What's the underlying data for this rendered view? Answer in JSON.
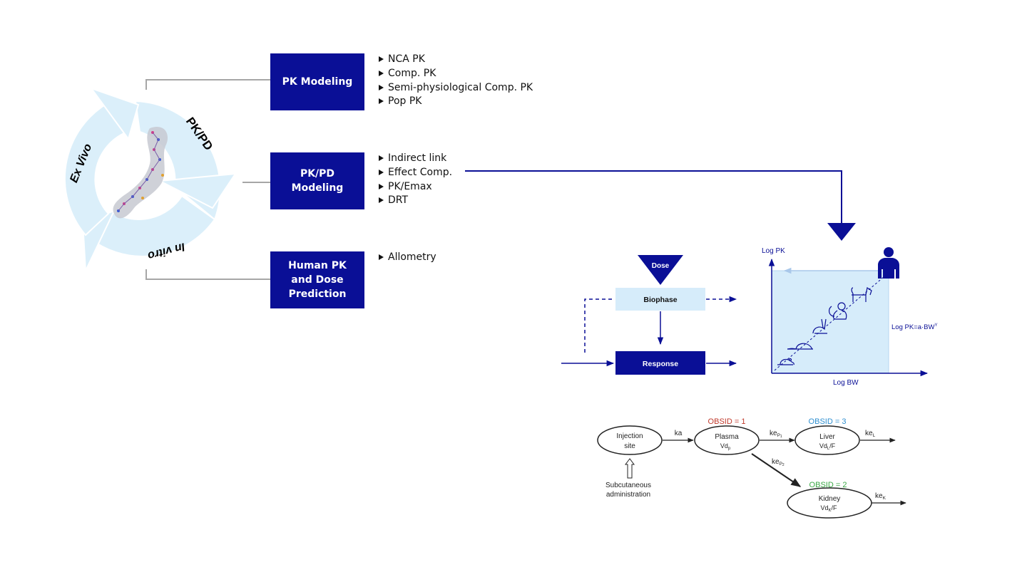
{
  "cycle": {
    "labels": {
      "ex_vivo": "Ex Vivo",
      "pk_pd": "PK/PD",
      "in_vitro": "In vitro"
    },
    "colors": {
      "ring": "#dbeffa",
      "text": "#000000"
    }
  },
  "boxes": [
    {
      "label": "PK Modeling",
      "items": [
        "NCA PK",
        "Comp. PK",
        "Semi-physiological Comp. PK",
        "Pop PK"
      ]
    },
    {
      "label": "PK/PD\nModeling",
      "items": [
        "Indirect link",
        "Effect Comp.",
        "PK/Emax",
        "DRT"
      ]
    },
    {
      "label": "Human PK\nand Dose\nPrediction",
      "items": [
        "Allometry"
      ]
    }
  ],
  "biophase_diagram": {
    "dose": "Dose",
    "biophase": "Biophase",
    "response": "Response"
  },
  "allometry_plot": {
    "y_label": "Log PK",
    "x_label": "Log BW",
    "equation": "Log PK=a·BW",
    "equation_exponent": "Y",
    "species_icons": [
      "mouse-icon",
      "rat-icon",
      "rabbit-icon",
      "monkey-icon",
      "dog-icon",
      "human-icon"
    ]
  },
  "compartment_model": {
    "injection_site": [
      "Injection",
      "site"
    ],
    "administration": [
      "Subcutaneous",
      "administration"
    ],
    "plasma": {
      "obsid": "OBSID = 1",
      "name": "Plasma",
      "vol": "Vd",
      "vol_sub": "p"
    },
    "liver": {
      "obsid": "OBSID = 3",
      "name": "Liver",
      "vol": "Vd",
      "vol_sub": "L",
      "vol_tail": "/F"
    },
    "kidney": {
      "obsid": "OBSID = 2",
      "name": "Kidney",
      "vol": "Vd",
      "vol_sub": "K",
      "vol_tail": "/F"
    },
    "rates": {
      "ka": "ka",
      "kep1": "ke",
      "kep1_sub": "P",
      "kep1_subsub": "1",
      "kep2": "ke",
      "kep2_sub": "P",
      "kep2_subsub": "2",
      "keL": "ke",
      "keL_sub": "L",
      "keK": "ke",
      "keK_sub": "K"
    },
    "obsid_colors": {
      "plasma": "#c0392b",
      "liver": "#2f8fd0",
      "kidney": "#3aa845"
    }
  },
  "colors": {
    "navy": "#0a0f96",
    "light_blue": "#d6ecfa",
    "gray_connector": "#a6a6a6"
  }
}
